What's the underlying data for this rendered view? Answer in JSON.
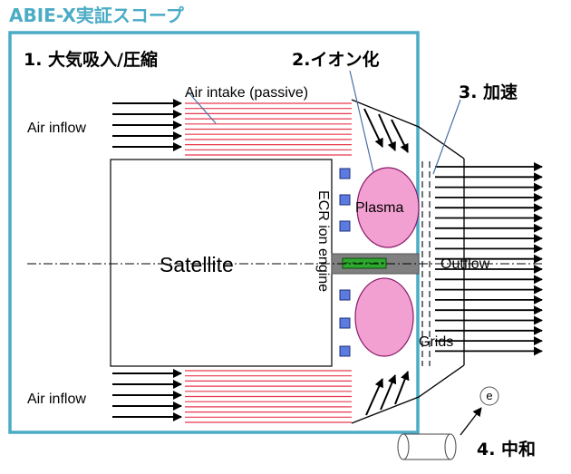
{
  "title": "ABIE-X実証スコープ",
  "steps": {
    "intake": "1. 大気吸入/圧縮",
    "ionization": "2.イオン化",
    "acceleration": "3. 加速",
    "neutralization": "4. 中和"
  },
  "labels": {
    "air_inflow_top": "Air inflow",
    "air_inflow_bottom": "Air inflow",
    "air_intake": "Air intake (passive)",
    "satellite": "Satellite",
    "engine": "ECR ion engine",
    "plasma": "Plasma",
    "outflow": "Outflow",
    "grids": "Grids",
    "electron": "e"
  },
  "colors": {
    "scope_frame": "#4bacc6",
    "title": "#4bacc6",
    "intake_lines": "#e8384f",
    "plasma_fill": "#f2a0d2",
    "plasma_stroke": "#8a1a6a",
    "magnets": "#5b7be0",
    "antenna": "#2ea82e",
    "waveguide": "#808080"
  }
}
